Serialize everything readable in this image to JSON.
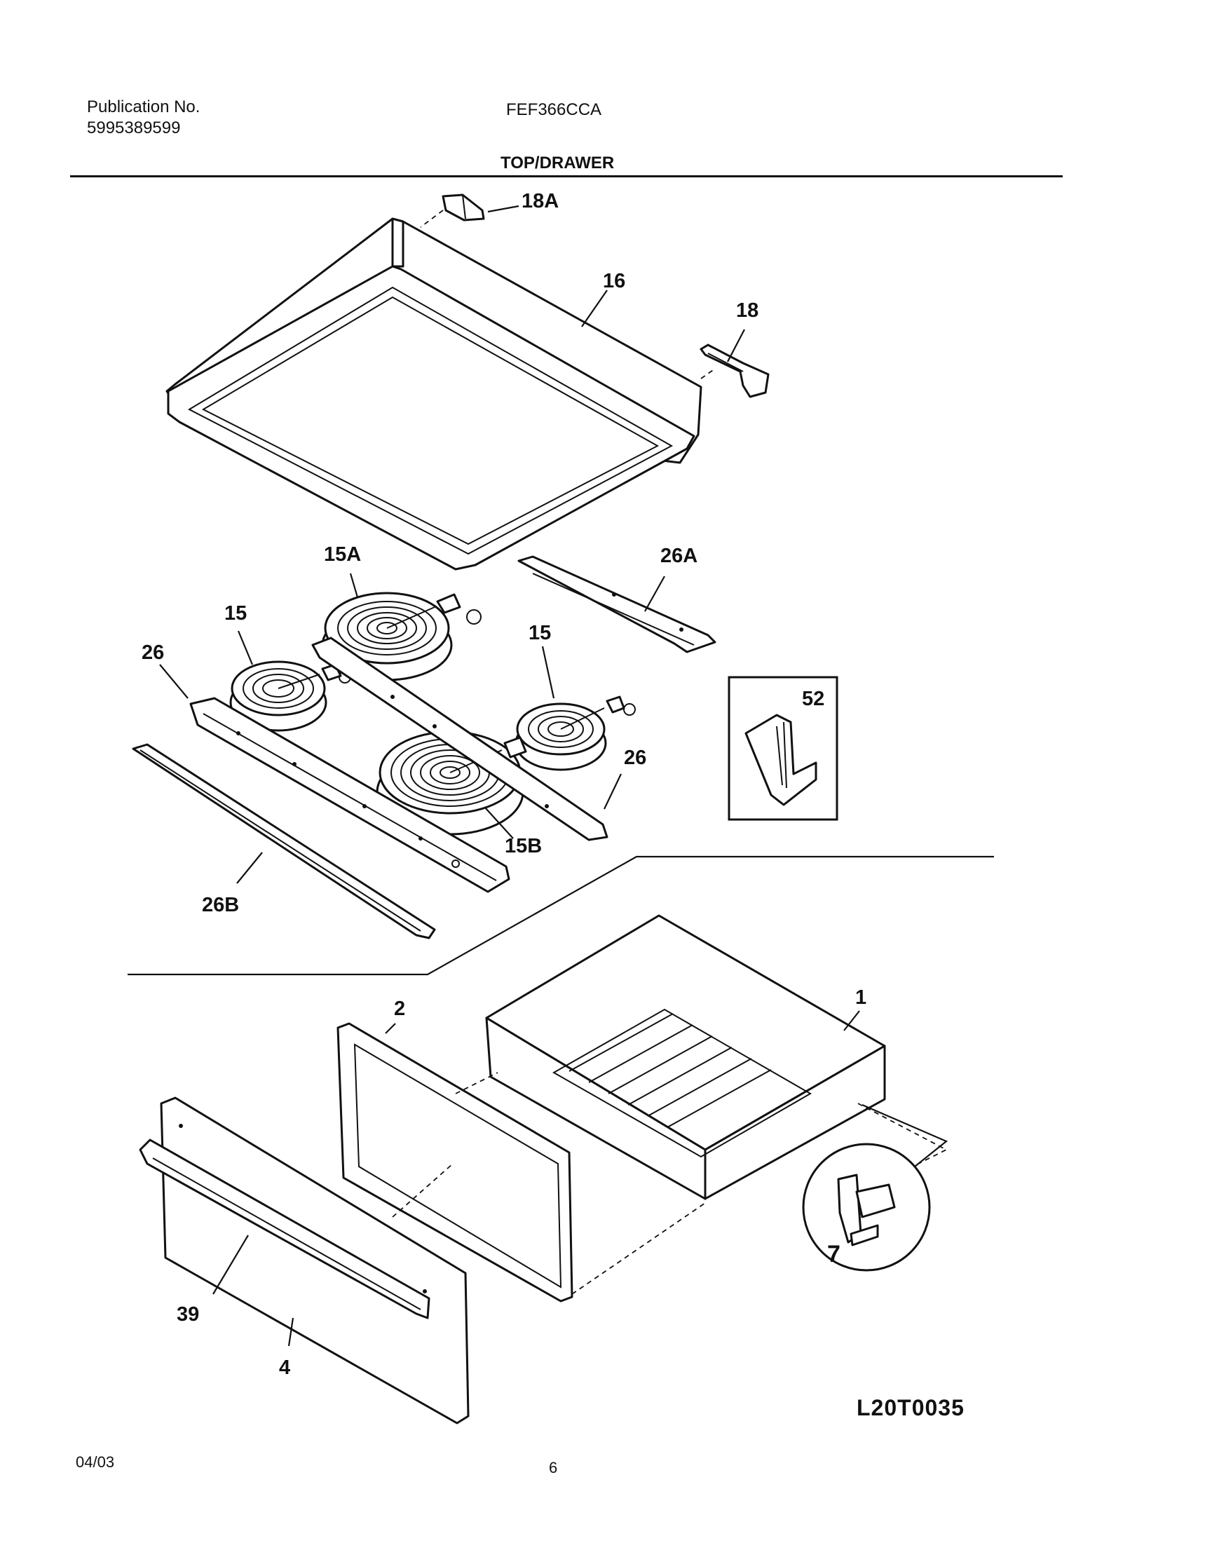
{
  "header": {
    "publication_label": "Publication No.",
    "publication_number": "5995389599",
    "model": "FEF366CCA",
    "section_title": "TOP/DRAWER"
  },
  "part_labels": {
    "p18A": "18A",
    "p16": "16",
    "p18": "18",
    "p26A": "26A",
    "p15A": "15A",
    "p15_left": "15",
    "p15_right": "15",
    "p26_left": "26",
    "p26_right": "26",
    "p52": "52",
    "p15B": "15B",
    "p26B": "26B",
    "p2": "2",
    "p1": "1",
    "p7": "7",
    "p39": "39",
    "p4": "4"
  },
  "diagram_code": "L20T0035",
  "footer": {
    "date": "04/03",
    "page": "6"
  }
}
